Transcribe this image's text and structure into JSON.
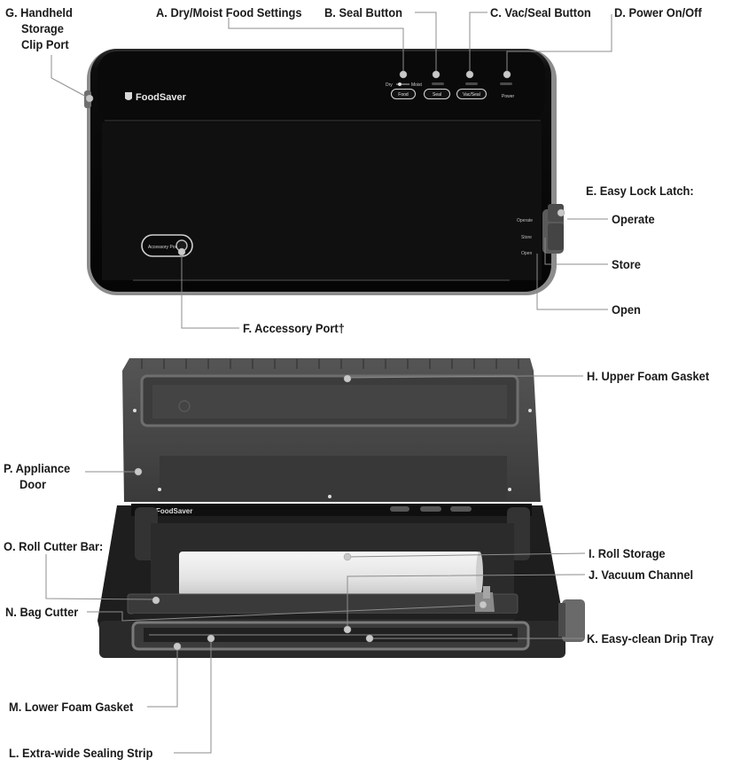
{
  "labels": {
    "g_line1": "G. Handheld",
    "g_line2": "Storage",
    "g_line3": "Clip Port",
    "a": "A. Dry/Moist Food Settings",
    "b": "B. Seal Button",
    "c": "C. Vac/Seal Button",
    "d": "D. Power On/Off",
    "e": "E. Easy Lock Latch:",
    "e_operate": "Operate",
    "e_store": "Store",
    "e_open": "Open",
    "f": "F. Accessory Port†",
    "h": "H. Upper Foam Gasket",
    "p_line1": "P. Appliance",
    "p_line2": "Door",
    "o": "O. Roll Cutter Bar:",
    "n": "N. Bag Cutter",
    "i": "I. Roll Storage",
    "j": "J. Vacuum Channel",
    "k": "K. Easy-clean Drip Tray",
    "m": "M. Lower Foam Gasket",
    "l": "L. Extra-wide Sealing Strip"
  },
  "device": {
    "brand": "FoodSaver",
    "food_button": "Food",
    "seal_button": "Seal",
    "vacseal_button": "Vac/Seal",
    "power_label": "Power",
    "dry_label": "Dry",
    "moist_label": "Moist",
    "accessory_port": "Accessory Port",
    "latch_operate": "Operate",
    "latch_store": "Store",
    "latch_open": "Open"
  },
  "colors": {
    "device_body": "#0c0c0c",
    "device_panel": "#141414",
    "trim": "#8a8a8a",
    "interior": "#2a2a2a",
    "roll": "#e9e9e9",
    "leader_line": "#8c8c8c",
    "marker_dot": "#c8c8c8"
  }
}
